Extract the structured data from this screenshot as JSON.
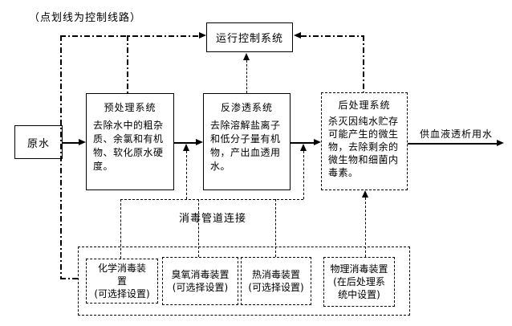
{
  "note": "（点划线为控制线路）",
  "control_box": {
    "title": "运行控制系统"
  },
  "flow": {
    "raw_water": "原水",
    "output_label": "供血液透析用水",
    "boxes": [
      {
        "title": "预处理系统",
        "body": "去除水中的粗杂\n质、余氯和有机\n物、软化原水硬\n度。"
      },
      {
        "title": "反渗透系统",
        "body": "去除溶解盐离子\n和低分子量有机\n物，产出血透用\n水。"
      },
      {
        "title": "后处理系统",
        "body": "杀灭因纯水贮存\n可能产生的微生\n物，去除剩余的\n微生物和细菌内\n毒素。"
      }
    ]
  },
  "disinfection": {
    "pipeline_label": "消毒管道连接",
    "devices": [
      {
        "label": "化学消毒装\n置\n(可选择设置)"
      },
      {
        "label": "臭氧消毒装置\n(可选择设置)"
      },
      {
        "label": "热消毒装置\n(可选择设置)"
      },
      {
        "label": "物理消毒装置\n(在后处理系\n统中设置)"
      }
    ]
  },
  "colors": {
    "line": "#000000",
    "background": "#ffffff",
    "text": "#000000"
  }
}
